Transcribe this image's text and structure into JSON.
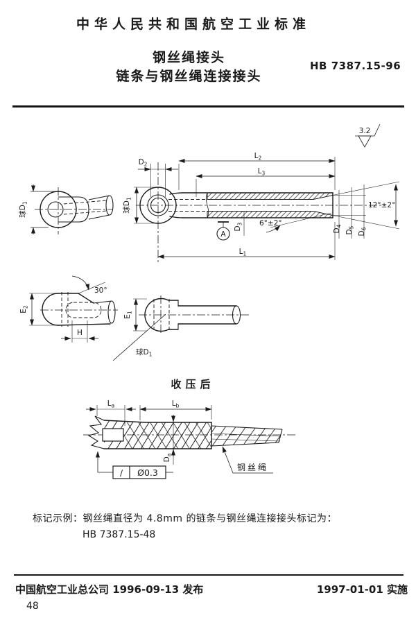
{
  "colors": {
    "ink": "#1a1a1a",
    "paper": "#ffffff"
  },
  "header": {
    "org_title": "中华人民共和国航空工业标准",
    "title_line1": "钢丝绳接头",
    "title_line2": "链条与钢丝绳连接接头",
    "standard_code": "HB 7387.15-96"
  },
  "drawing1": {
    "surface_finish": "3.2",
    "dim_ball_d1_side": {
      "base": "球D",
      "sub": "1"
    },
    "dim_ball_d1_main": {
      "base": "球D",
      "sub": "1"
    },
    "dim_d2": {
      "base": "D",
      "sub": "2"
    },
    "dim_d3": {
      "base": "D",
      "sub": "3"
    },
    "dim_d4": {
      "base": "D",
      "sub": "4"
    },
    "dim_d5": {
      "base": "D",
      "sub": "5"
    },
    "dim_d6": {
      "base": "D",
      "sub": "6"
    },
    "dim_l1": {
      "base": "L",
      "sub": "1"
    },
    "dim_l2": {
      "base": "L",
      "sub": "2"
    },
    "dim_l3": {
      "base": "L",
      "sub": "3"
    },
    "angle_taper": "6°±2°",
    "angle_flare": "12°±2°",
    "datum_label": "A"
  },
  "drawing2": {
    "dim_e2": {
      "base": "E",
      "sub": "2"
    },
    "dim_e1": {
      "base": "E",
      "sub": "1"
    },
    "angle_chamfer": "30°",
    "dim_h": "H",
    "dim_ball_d1": {
      "base": "球D",
      "sub": "1"
    }
  },
  "drawing3": {
    "title": "收压后",
    "dim_la": {
      "base": "L",
      "sub": "a"
    },
    "dim_lb": {
      "base": "L",
      "sub": "b"
    },
    "dim_da": {
      "base": "D",
      "sub": "a"
    },
    "runout_symbol": "∕",
    "runout_value": "Ø0.3",
    "rope_label": "钢丝绳"
  },
  "example": {
    "line1": "标记示例：钢丝绳直径为 4.8mm 的链条与钢丝绳连接接头标记为：",
    "line2": "HB 7387.15-48"
  },
  "footer": {
    "issue_info": "中国航空工业总公司 1996-09-13 发布",
    "implement_info": "1997-01-01 实施",
    "page_number": "48"
  }
}
